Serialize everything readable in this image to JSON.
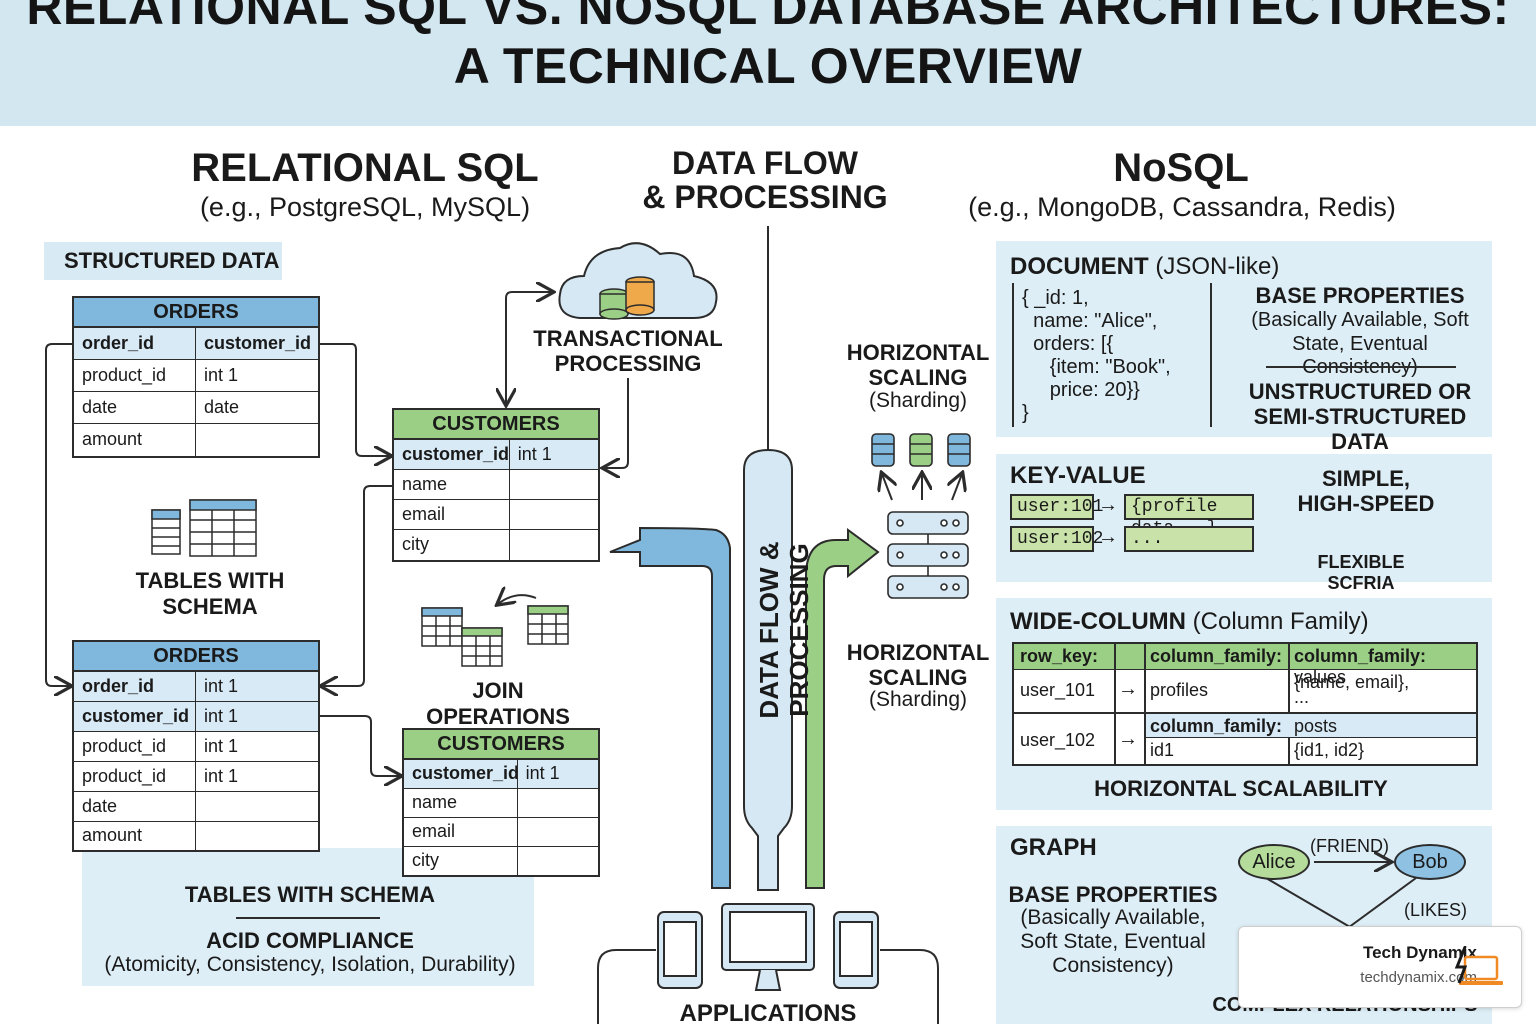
{
  "header": {
    "title_line1": "RELATIONAL SQL VS. NOSQL DATABASE ARCHITECTURES:",
    "title_line2": "A TECHNICAL OVERVIEW"
  },
  "sql": {
    "title": "RELATIONAL SQL",
    "subtitle": "(e.g., PostgreSQL, MySQL)",
    "structured_label": "STRUCTURED DATA",
    "orders1": {
      "name": "ORDERS",
      "rows": [
        [
          "order_id",
          "customer_id"
        ],
        [
          "product_id",
          "int 1"
        ],
        [
          "date",
          "date"
        ],
        [
          "amount",
          ""
        ]
      ]
    },
    "tables_schema_label": "TABLES WITH SCHEMA",
    "orders2": {
      "name": "ORDERS",
      "rows": [
        [
          "order_id",
          "int 1"
        ],
        [
          "customer_id",
          "int 1"
        ],
        [
          "product_id",
          "int 1"
        ],
        [
          "product_id",
          "int 1"
        ],
        [
          "date",
          ""
        ],
        [
          "amount",
          ""
        ]
      ]
    },
    "bottom_schema_label": "TABLES WITH SCHEMA",
    "acid_title": "ACID COMPLIANCE",
    "acid_desc": "(Atomicity, Consistency, Isolation, Durability)"
  },
  "middle": {
    "title_line1": "DATA FLOW",
    "title_line2": "& PROCESSING",
    "transactional_line1": "TRANSACTIONAL",
    "transactional_line2": "PROCESSING",
    "customers1": {
      "name": "CUSTOMERS",
      "rows": [
        [
          "customer_id",
          "int 1"
        ],
        [
          "name",
          ""
        ],
        [
          "email",
          ""
        ],
        [
          "city",
          ""
        ]
      ]
    },
    "join_label": "JOIN OPERATIONS",
    "customers2": {
      "name": "CUSTOMERS",
      "rows": [
        [
          "customer_id",
          "int 1"
        ],
        [
          "name",
          ""
        ],
        [
          "email",
          ""
        ],
        [
          "city",
          ""
        ]
      ]
    },
    "pipe_label": "DATA FLOW & PROCESSING",
    "scaling1_line1": "HORIZONTAL",
    "scaling1_line2": "SCALING",
    "scaling1_line3": "(Sharding)",
    "scaling2_line1": "HORIZONTAL",
    "scaling2_line2": "SCALING",
    "scaling2_line3": "(Sharding)",
    "applications": "APPLICATIONS"
  },
  "nosql": {
    "title": "NoSQL",
    "subtitle": "(e.g., MongoDB, Cassandra, Redis)",
    "document": {
      "title": "DOCUMENT",
      "title_sub": "(JSON-like)",
      "json_lines": [
        "{ _id: 1,",
        "  name: \"Alice\",",
        "  orders: [{",
        "     {item: \"Book\",",
        "     price: 20}}",
        "}"
      ],
      "base_title": "BASE PROPERTIES",
      "base_desc1": "(Basically Available, Soft",
      "base_desc2": "State, Eventual Consistency)",
      "unstructured1": "UNSTRUCTURED OR",
      "unstructured2": "SEMI-STRUCTURED DATA"
    },
    "keyvalue": {
      "title": "KEY-VALUE",
      "keys": [
        "user:101",
        "user:102"
      ],
      "values": [
        "{profile data...}",
        "..."
      ],
      "simple1": "SIMPLE,",
      "simple2": "HIGH-SPEED",
      "flexible": "FLEXIBLE SCFRIA"
    },
    "widecolumn": {
      "title": "WIDE-COLUMN",
      "title_sub": "(Column Family)",
      "h_rowkey": "row_key:",
      "h_cf1": "column_family:",
      "h_cf2a": "column_family:",
      "h_cf2b": " values",
      "r1_key": "user_101",
      "r1_cf": "profiles",
      "r1_val1": "{name, email},",
      "r1_val2": "...",
      "r2_key": "user_102",
      "r2_cf_head": "column_family:",
      "r2_posts": "posts",
      "r2_cf": "id1",
      "r2_val": "{id1, id2}",
      "scal": "HORIZONTAL SCALABILITY"
    },
    "graph": {
      "title": "GRAPH",
      "base_title": "BASE PROPERTIES",
      "base_l1": "(Basically Available,",
      "base_l2": "Soft State, Eventual",
      "base_l3": "Consistency)",
      "node1": "Alice",
      "node2": "Bob",
      "edge1": "(FRIEND)",
      "edge2": "(LIKES)",
      "complex": "COMPLEX RELATIONSHIPS"
    }
  },
  "watermark": {
    "brand": "Tech Dynamix",
    "url": "techdynamix.com"
  }
}
